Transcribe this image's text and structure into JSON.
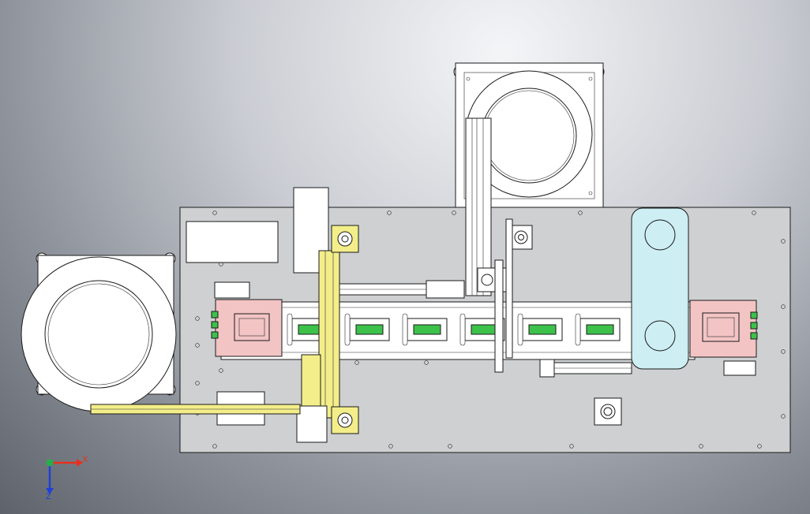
{
  "view_triad": {
    "x_label": "X",
    "z_label": "Z",
    "x_color": "#e8301f",
    "z_color": "#1f3fd8",
    "origin_color": "#22b24a"
  },
  "colors": {
    "base_plate": "#cfd0d2",
    "part_fixture": "#f3c4c4",
    "yellow_part": "#f3ee8a",
    "green_part": "#3cc24a",
    "cyan_part": "#cdeef3",
    "white_part": "#ffffff",
    "background_top": "#f4f5f7",
    "background_bottom": "#5e636b"
  },
  "conveyor": {
    "slot_count": 6
  }
}
